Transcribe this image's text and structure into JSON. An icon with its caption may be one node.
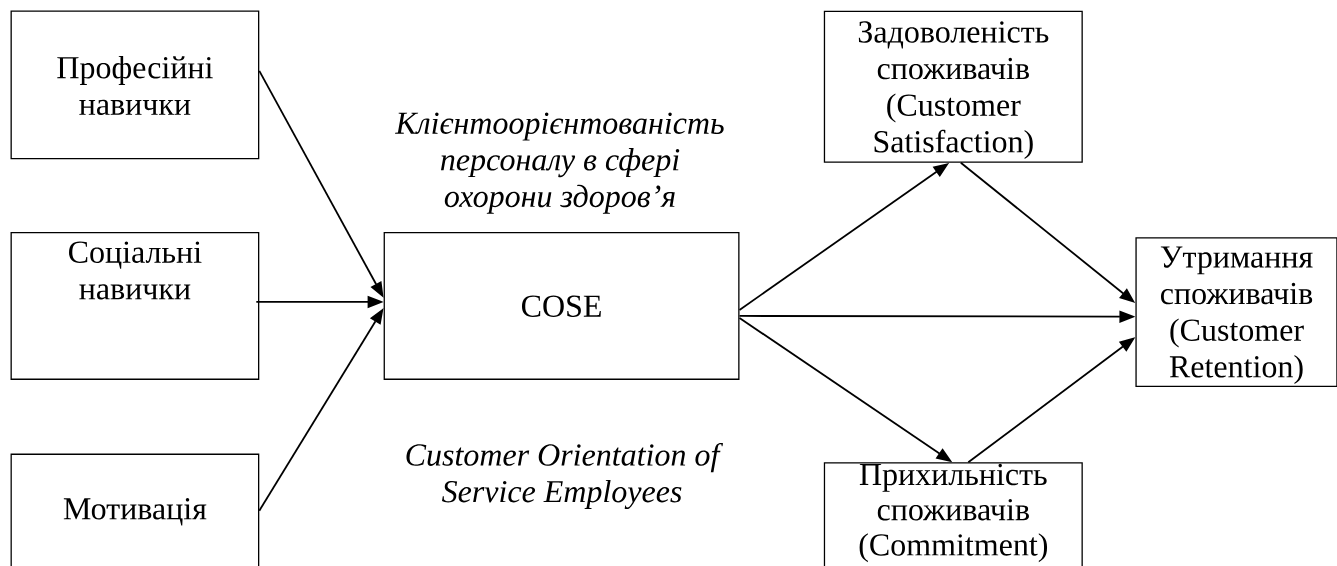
{
  "diagram": {
    "nodes": [
      {
        "text": [
          "Професійні навички"
        ]
      },
      {
        "text": [
          "Соціальні навички"
        ]
      },
      {
        "text": [
          "Мотивація"
        ]
      },
      {
        "text": [
          "COSE"
        ],
        "beside": [
          "Клієнтоорієнтованість персоналу в сфері охорони здоров’я",
          "Customer Orientation of Service Employees"
        ]
      },
      {
        "text": [
          "Задоволеність споживачів (Customer Satisfaction)"
        ]
      },
      {
        "text": [
          "Утримання споживачів (Customer Retention)"
        ]
      },
      {
        "text": [
          "Прихильність споживачів (Commitment)"
        ]
      }
    ],
    "edges": [
      {
        "from": 0,
        "to": 3,
        "arrow": "to"
      },
      {
        "from": 1,
        "to": 3,
        "arrow": "to"
      },
      {
        "from": 2,
        "to": 3,
        "arrow": "to"
      },
      {
        "from": 3,
        "to": 4,
        "arrow": "to"
      },
      {
        "from": 3,
        "to": 5,
        "arrow": "to"
      },
      {
        "from": 3,
        "to": 6,
        "arrow": "to"
      },
      {
        "from": 4,
        "to": 5,
        "arrow": "to"
      },
      {
        "from": 6,
        "to": 5,
        "arrow": "to"
      }
    ]
  }
}
